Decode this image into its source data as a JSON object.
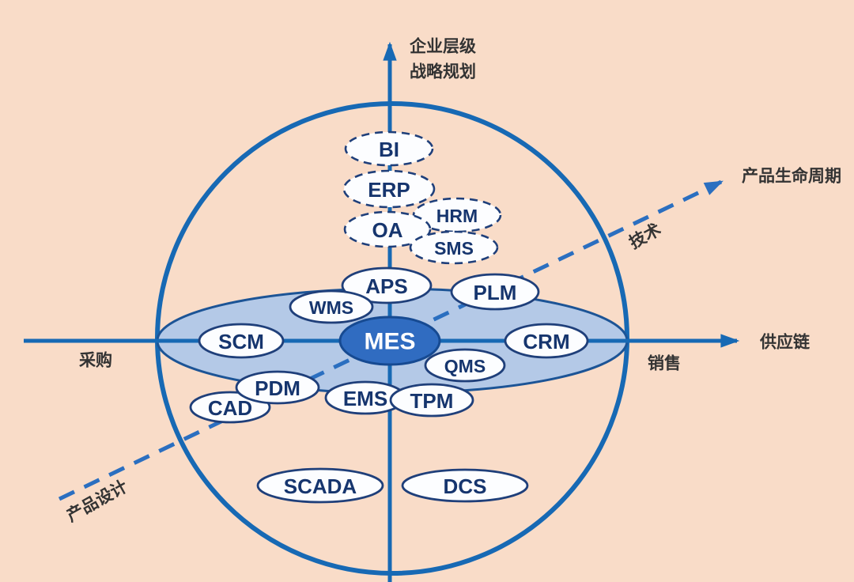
{
  "colors": {
    "background": "#f9dcc8",
    "axis_blue": "#1769b4",
    "dashed_axis_blue": "#2b6fc0",
    "band_fill": "#b4c9e7",
    "band_border": "#1c5496",
    "node_fill": "#fcfdff",
    "node_border": "#1f3f7a",
    "node_text": "#16356e",
    "mes_fill": "#306cc1",
    "mes_text": "#ffffff",
    "label_text": "#333333"
  },
  "axes": {
    "vertical": {
      "label_line1": "企业层级",
      "label_line2": "战略规划"
    },
    "horizontal": {
      "arrow_label": "供应链",
      "left_region_label": "采购",
      "right_region_label": "销售"
    },
    "diagonal": {
      "arrow_label": "产品生命周期",
      "upper_label": "技术",
      "lower_label": "产品设计"
    }
  },
  "nodes": {
    "bi": {
      "label": "BI"
    },
    "erp": {
      "label": "ERP"
    },
    "hrm": {
      "label": "HRM"
    },
    "oa": {
      "label": "OA"
    },
    "sms": {
      "label": "SMS"
    },
    "aps": {
      "label": "APS"
    },
    "wms": {
      "label": "WMS"
    },
    "plm": {
      "label": "PLM"
    },
    "scm": {
      "label": "SCM"
    },
    "mes": {
      "label": "MES"
    },
    "crm": {
      "label": "CRM"
    },
    "qms": {
      "label": "QMS"
    },
    "pdm": {
      "label": "PDM"
    },
    "cad": {
      "label": "CAD"
    },
    "ems": {
      "label": "EMS"
    },
    "tpm": {
      "label": "TPM"
    },
    "scada": {
      "label": "SCADA"
    },
    "dcs": {
      "label": "DCS"
    }
  }
}
